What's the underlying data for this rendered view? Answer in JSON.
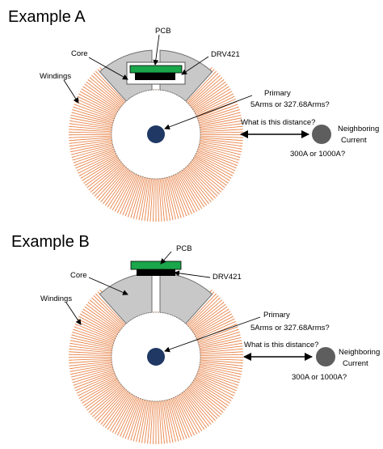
{
  "colors": {
    "core": "#c8c8c8",
    "core_stroke": "#6e6e6e",
    "winding": "#e8844a",
    "pcb": "#1aa64a",
    "sensor": "#000000",
    "primary": "#1f3864",
    "neighbor": "#5e5e5e",
    "text": "#000000"
  },
  "icons": {
    "primary": "filled-circle",
    "neighbor": "filled-circle",
    "distance": "double-headed-arrow"
  },
  "panels": [
    {
      "title": "Example A",
      "labels": {
        "pcb": "PCB",
        "core": "Core",
        "sensor": "DRV421",
        "windings": "Windings",
        "primary": "Primary",
        "primary_current": "5Arms or 327.68Arms?",
        "distance_question": "What is this distance?",
        "neighbor_line1": "Neighboring",
        "neighbor_line2": "Current",
        "neighbor_current": "300A or 1000A?"
      }
    },
    {
      "title": "Example B",
      "labels": {
        "pcb": "PCB",
        "core": "Core",
        "sensor": "DRV421",
        "windings": "Windings",
        "primary": "Primary",
        "primary_current": "5Arms or 327.68Arms?",
        "distance_question": "What is this distance?",
        "neighbor_line1": "Neighboring",
        "neighbor_line2": "Current",
        "neighbor_current": "300A or 1000A?"
      }
    }
  ]
}
